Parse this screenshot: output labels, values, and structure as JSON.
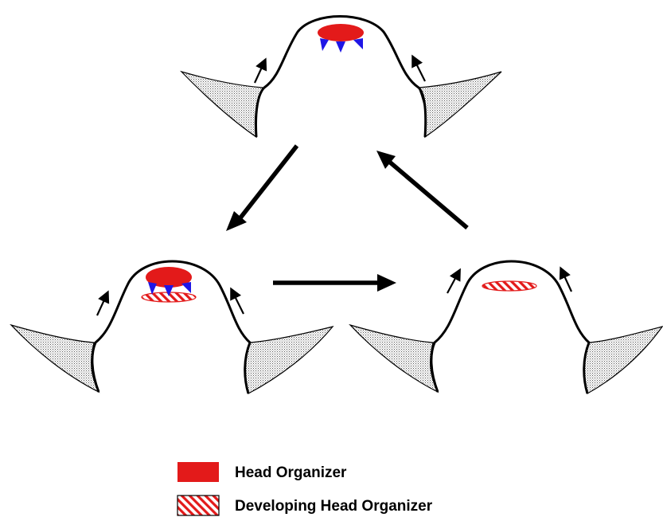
{
  "colors": {
    "organizer": "#e31a1a",
    "developing_stripe": "#e31a1a",
    "tentacle_base": "#1f16e6",
    "outline": "#000000",
    "stipple": "#8a8a8a",
    "background": "#ffffff"
  },
  "legend": {
    "items": [
      {
        "label": "Head Organizer",
        "swatch": "solid"
      },
      {
        "label": "Developing Head Organizer",
        "swatch": "hatched"
      }
    ]
  },
  "stages": [
    {
      "position": "top",
      "head_organizer": true,
      "tentacle_buds": true,
      "developing_organizer": false
    },
    {
      "position": "bottom-left",
      "head_organizer": true,
      "tentacle_buds": true,
      "developing_organizer": true
    },
    {
      "position": "bottom-right",
      "head_organizer": false,
      "tentacle_buds": false,
      "developing_organizer": true
    }
  ],
  "cycle_arrows": [
    {
      "from": "top",
      "to": "bottom-left"
    },
    {
      "from": "bottom-left",
      "to": "bottom-right"
    },
    {
      "from": "bottom-right",
      "to": "top"
    }
  ]
}
